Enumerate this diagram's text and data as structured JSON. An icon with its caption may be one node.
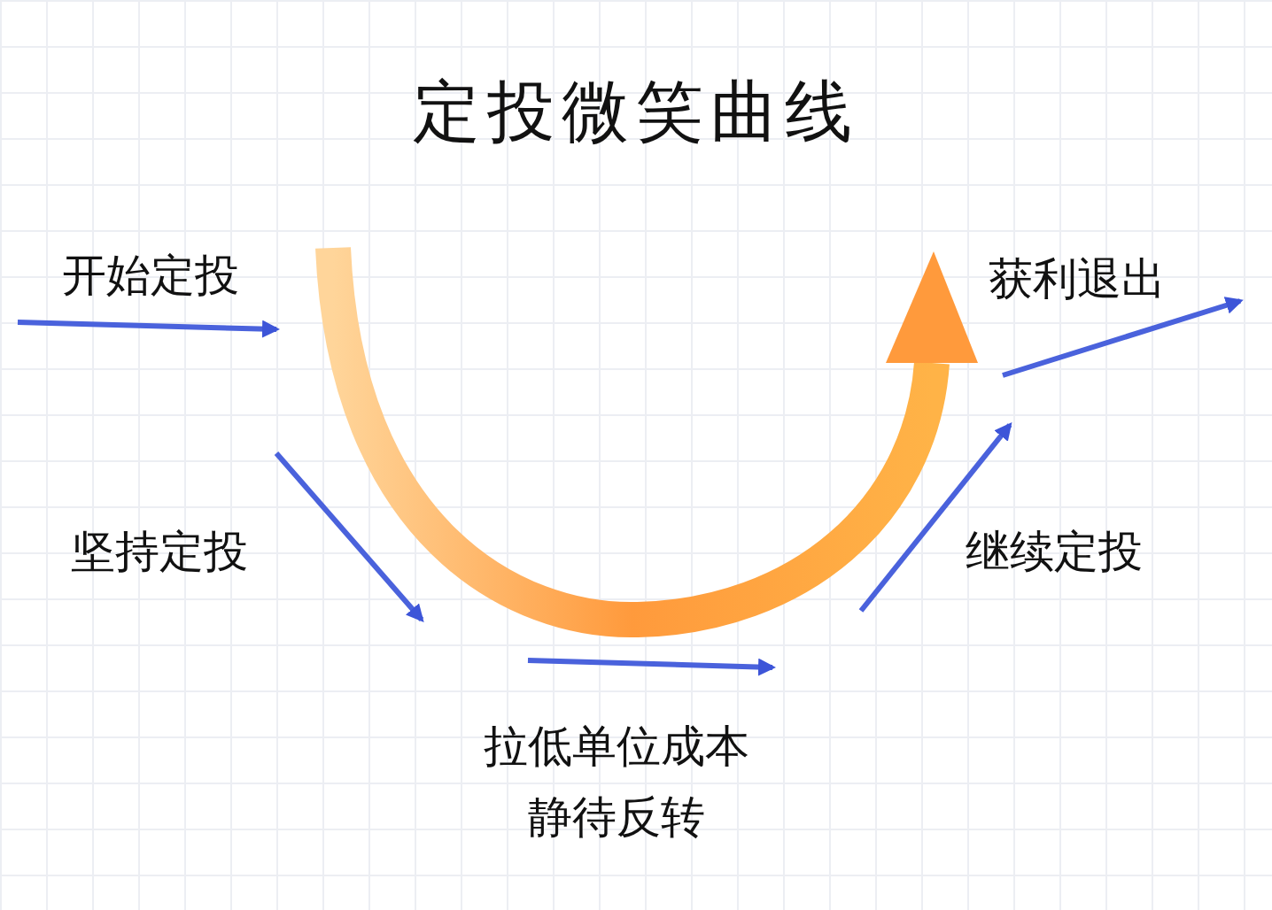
{
  "diagram": {
    "title": "定投微笑曲线",
    "labels": [
      "开始定投",
      "坚持定投",
      "拉低单位成本静待反转",
      "继续定投",
      "获利退出"
    ]
  }
}
